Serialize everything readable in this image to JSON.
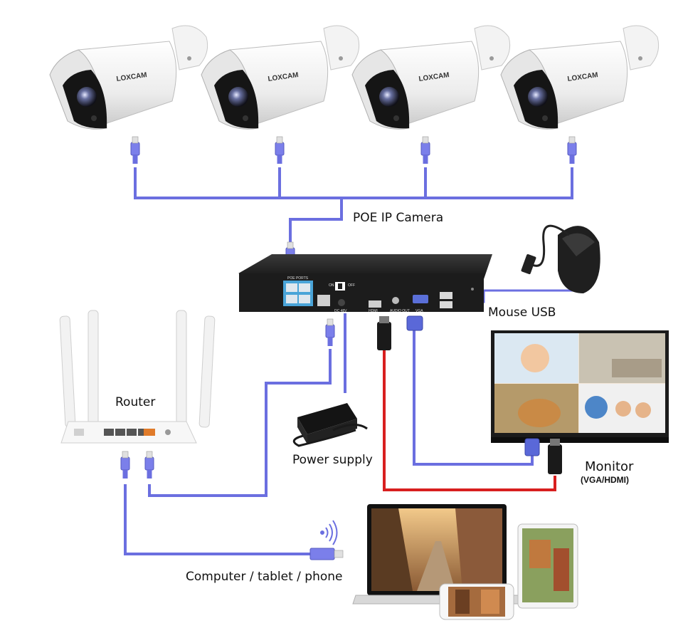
{
  "labels": {
    "poe_camera": "POE IP Camera",
    "mouse_usb": "Mouse USB",
    "router": "Router",
    "power_supply": "Power supply",
    "monitor": "Monitor",
    "monitor_sub": "(VGA/HDMI)",
    "devices": "Computer / tablet / phone"
  },
  "camera_brand": "LOXCAM",
  "nvr_port_labels": {
    "poe_ports": "POE PORTS",
    "hdmi": "HDMI",
    "audio_out": "AUDIO OUT",
    "vga": "VGA",
    "dc_in": "DC 48V",
    "switch_on": "ON",
    "switch_off": "OFF"
  },
  "colors": {
    "ethernet_cable": "#6b6fe0",
    "hdmi_cable": "#d81f1f",
    "vga_cable": "#6b6fe0"
  }
}
